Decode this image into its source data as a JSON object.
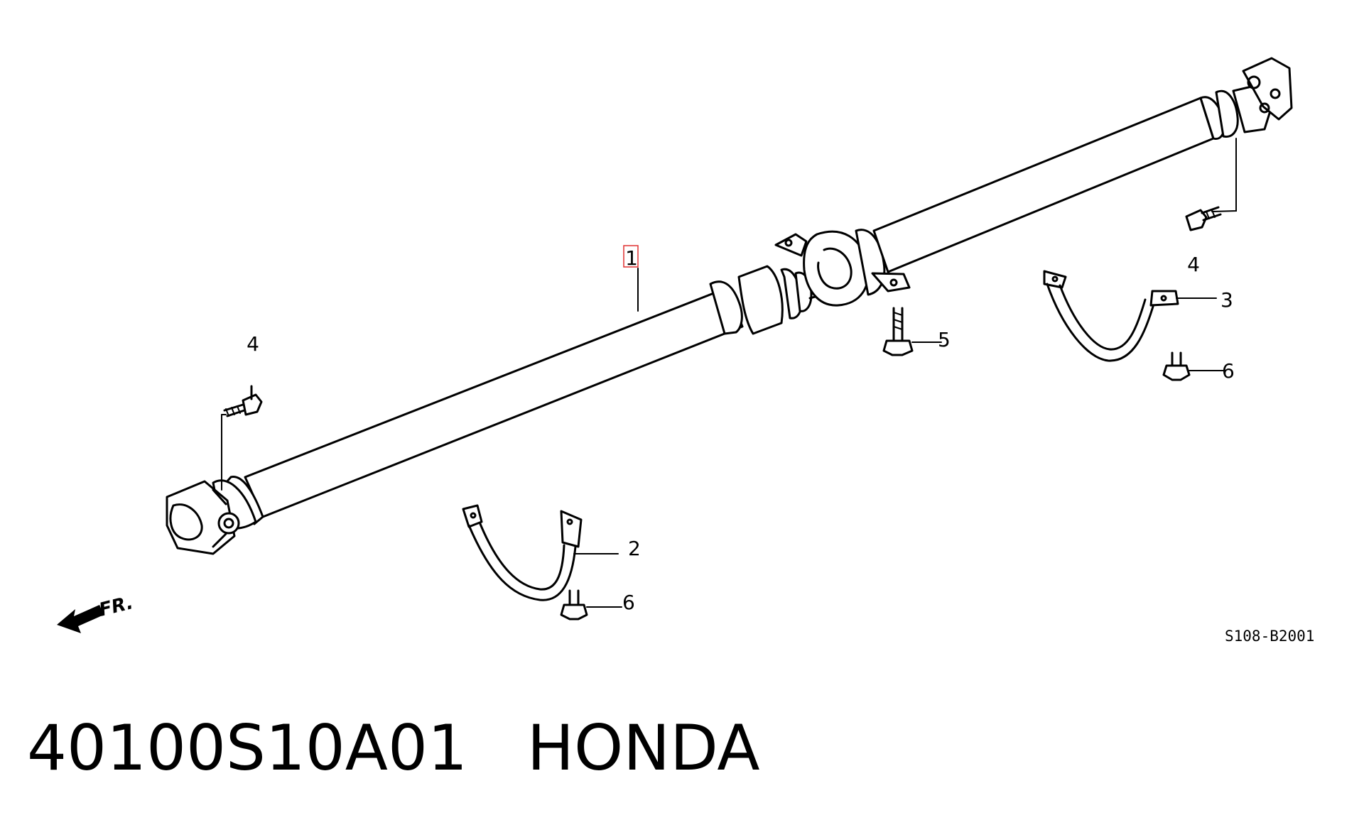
{
  "diagram": {
    "callouts": [
      {
        "key": "shaft",
        "label": "1"
      },
      {
        "key": "bracket_front",
        "label": "2"
      },
      {
        "key": "bracket_rear",
        "label": "3"
      },
      {
        "key": "bolt_front",
        "label": "4"
      },
      {
        "key": "bolt_rear",
        "label": "4"
      },
      {
        "key": "bolt_center",
        "label": "5"
      },
      {
        "key": "bolt_bracket_rear",
        "label": "6"
      },
      {
        "key": "bolt_bracket_front",
        "label": "6"
      }
    ],
    "reference_code": "S108-B2001",
    "direction_label": "FR.",
    "highlight_color": "#e03030"
  },
  "caption": {
    "part_number": "40100S10A01",
    "brand": "HONDA",
    "text": "40100S10A01   HONDA"
  }
}
